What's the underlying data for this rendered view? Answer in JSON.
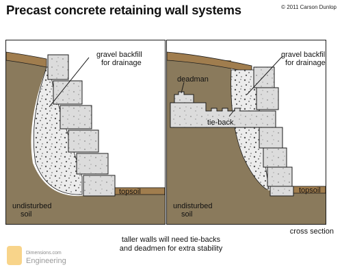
{
  "title": "Precast concrete retaining wall systems",
  "copyright": "© 2011 Carson Dunlop",
  "left_panel": {
    "gravel_label_line1": "gravel backfill",
    "gravel_label_line2": "for drainage",
    "topsoil": "topsoil",
    "soil_line1": "undisturbed",
    "soil_line2": "soil"
  },
  "right_panel": {
    "gravel_label_line1": "gravel backfill",
    "gravel_label_line2": "for drainage",
    "deadman": "deadman",
    "tieback": "tie-back",
    "topsoil": "topsoil",
    "soil_line1": "undisturbed",
    "soil_line2": "soil"
  },
  "caption_line1": "taller walls will need tie-backs",
  "caption_line2": "and deadmen for extra stability",
  "cross_section": "cross section",
  "watermark_line1": "Dimensions.com",
  "watermark_line2": "Engineering",
  "colors": {
    "soil": "#8a7a5c",
    "topsoil": "#a07d4e",
    "gravel": "#e8e8e8",
    "block": "#d9d9d9",
    "stroke": "#1a1a1a"
  }
}
